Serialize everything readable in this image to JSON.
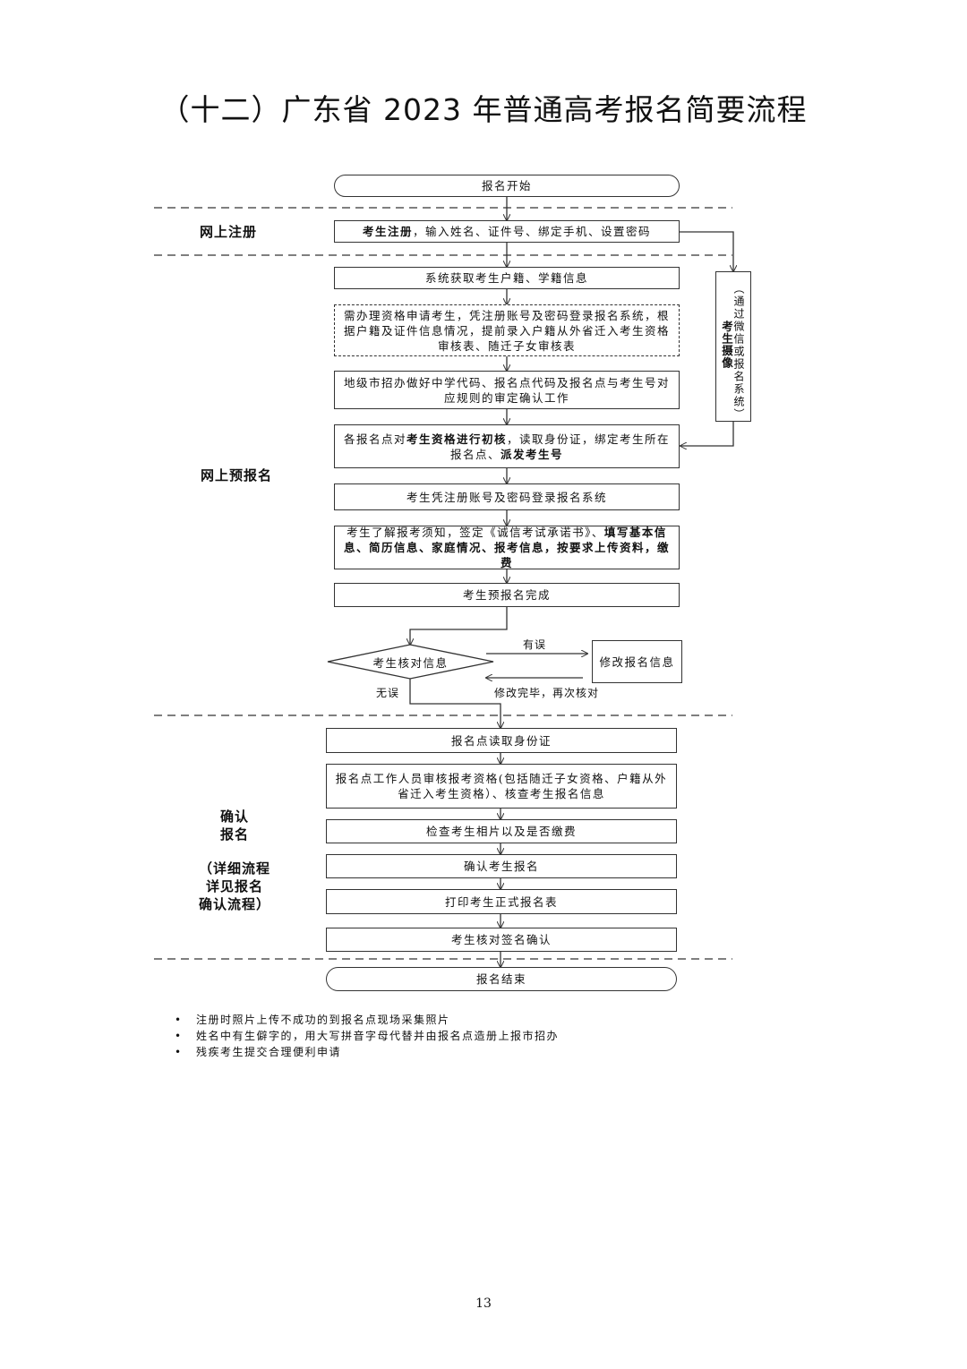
{
  "title": "（十二）广东省 2023 年普通高考报名简要流程",
  "sections": {
    "register": "网上注册",
    "preregister": "网上预报名",
    "confirm_1": "确认",
    "confirm_2": "报名",
    "detail_1": "（详细流程",
    "detail_2": "详见报名",
    "detail_3": "确认流程）"
  },
  "steps": {
    "start": "报名开始",
    "register_bold": "考生注册",
    "register_rest": "，输入姓名、证件号、绑定手机、设置密码",
    "fetch": "系统获取考生户籍、学籍信息",
    "qualify": "需办理资格申请考生，凭注册账号及密码登录报名系统，根据户籍及证件信息情况，提前录入户籍从外省迁入考生资格审核表、随迁子女审核表",
    "city": "地级市招办做好中学代码、报名点代码及报名点与考生号对应规则的审定确认工作",
    "initial_a": "各报名点对",
    "initial_b": "考生资格进行初核",
    "initial_c": "，读取身份证，绑定考生所在报名点、",
    "initial_d": "派发考生号",
    "login": "考生凭注册账号及密码登录报名系统",
    "fill_a": "考生了解报考须知，签定《诚信考试承诺书》、",
    "fill_b": "填写基本信息、简历信息、家庭情况、报考信息，按要求上传资料，缴费",
    "pre_done": "考生预报名完成",
    "check": "考生核对信息",
    "modify": "修改报名信息",
    "read_id": "报名点读取身份证",
    "review": "报名点工作人员审核报考资格(包括随迁子女资格、户籍从外省迁入考生资格）、核查考生报名信息",
    "photo": "检查考生相片以及是否缴费",
    "confirm_step": "确认考生报名",
    "print": "打印考生正式报名表",
    "sign": "考生核对签名确认",
    "end": "报名结束"
  },
  "side": {
    "bold": "考生摄像",
    "text": "（通过微信或报名系统）"
  },
  "labels": {
    "error": "有误",
    "no_error": "无误",
    "recheck": "修改完毕，再次核对"
  },
  "notes": [
    "注册时照片上传不成功的到报名点现场采集照片",
    "姓名中有生僻字的，用大写拼音字母代替并由报名点造册上报市招办",
    "残疾考生提交合理便利申请"
  ],
  "bullet": "•",
  "page_number": "13"
}
